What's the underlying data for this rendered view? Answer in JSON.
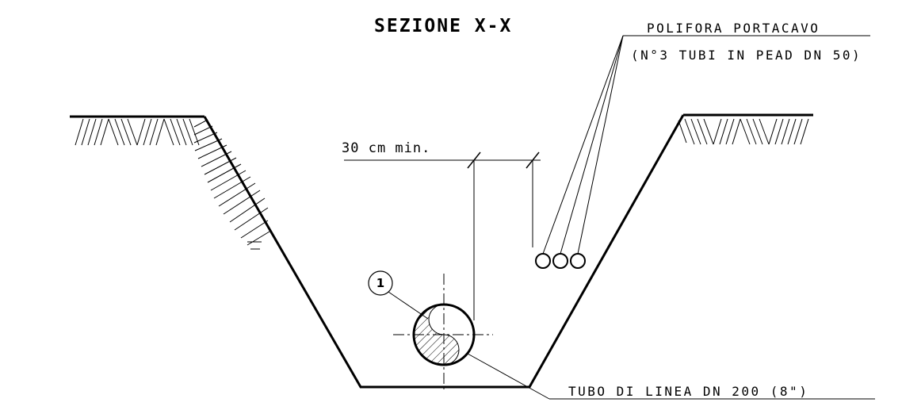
{
  "drawing": {
    "title": "SEZIONE X-X",
    "conduit_label_line1": "POLIFORA PORTACAVO",
    "conduit_label_line2": "(N°3 TUBI IN PEAD DN 50)",
    "dimension_label": "30 cm min.",
    "pipe_label": "TUBO DI LINEA DN 200 (8\")",
    "callout_number": "1"
  }
}
